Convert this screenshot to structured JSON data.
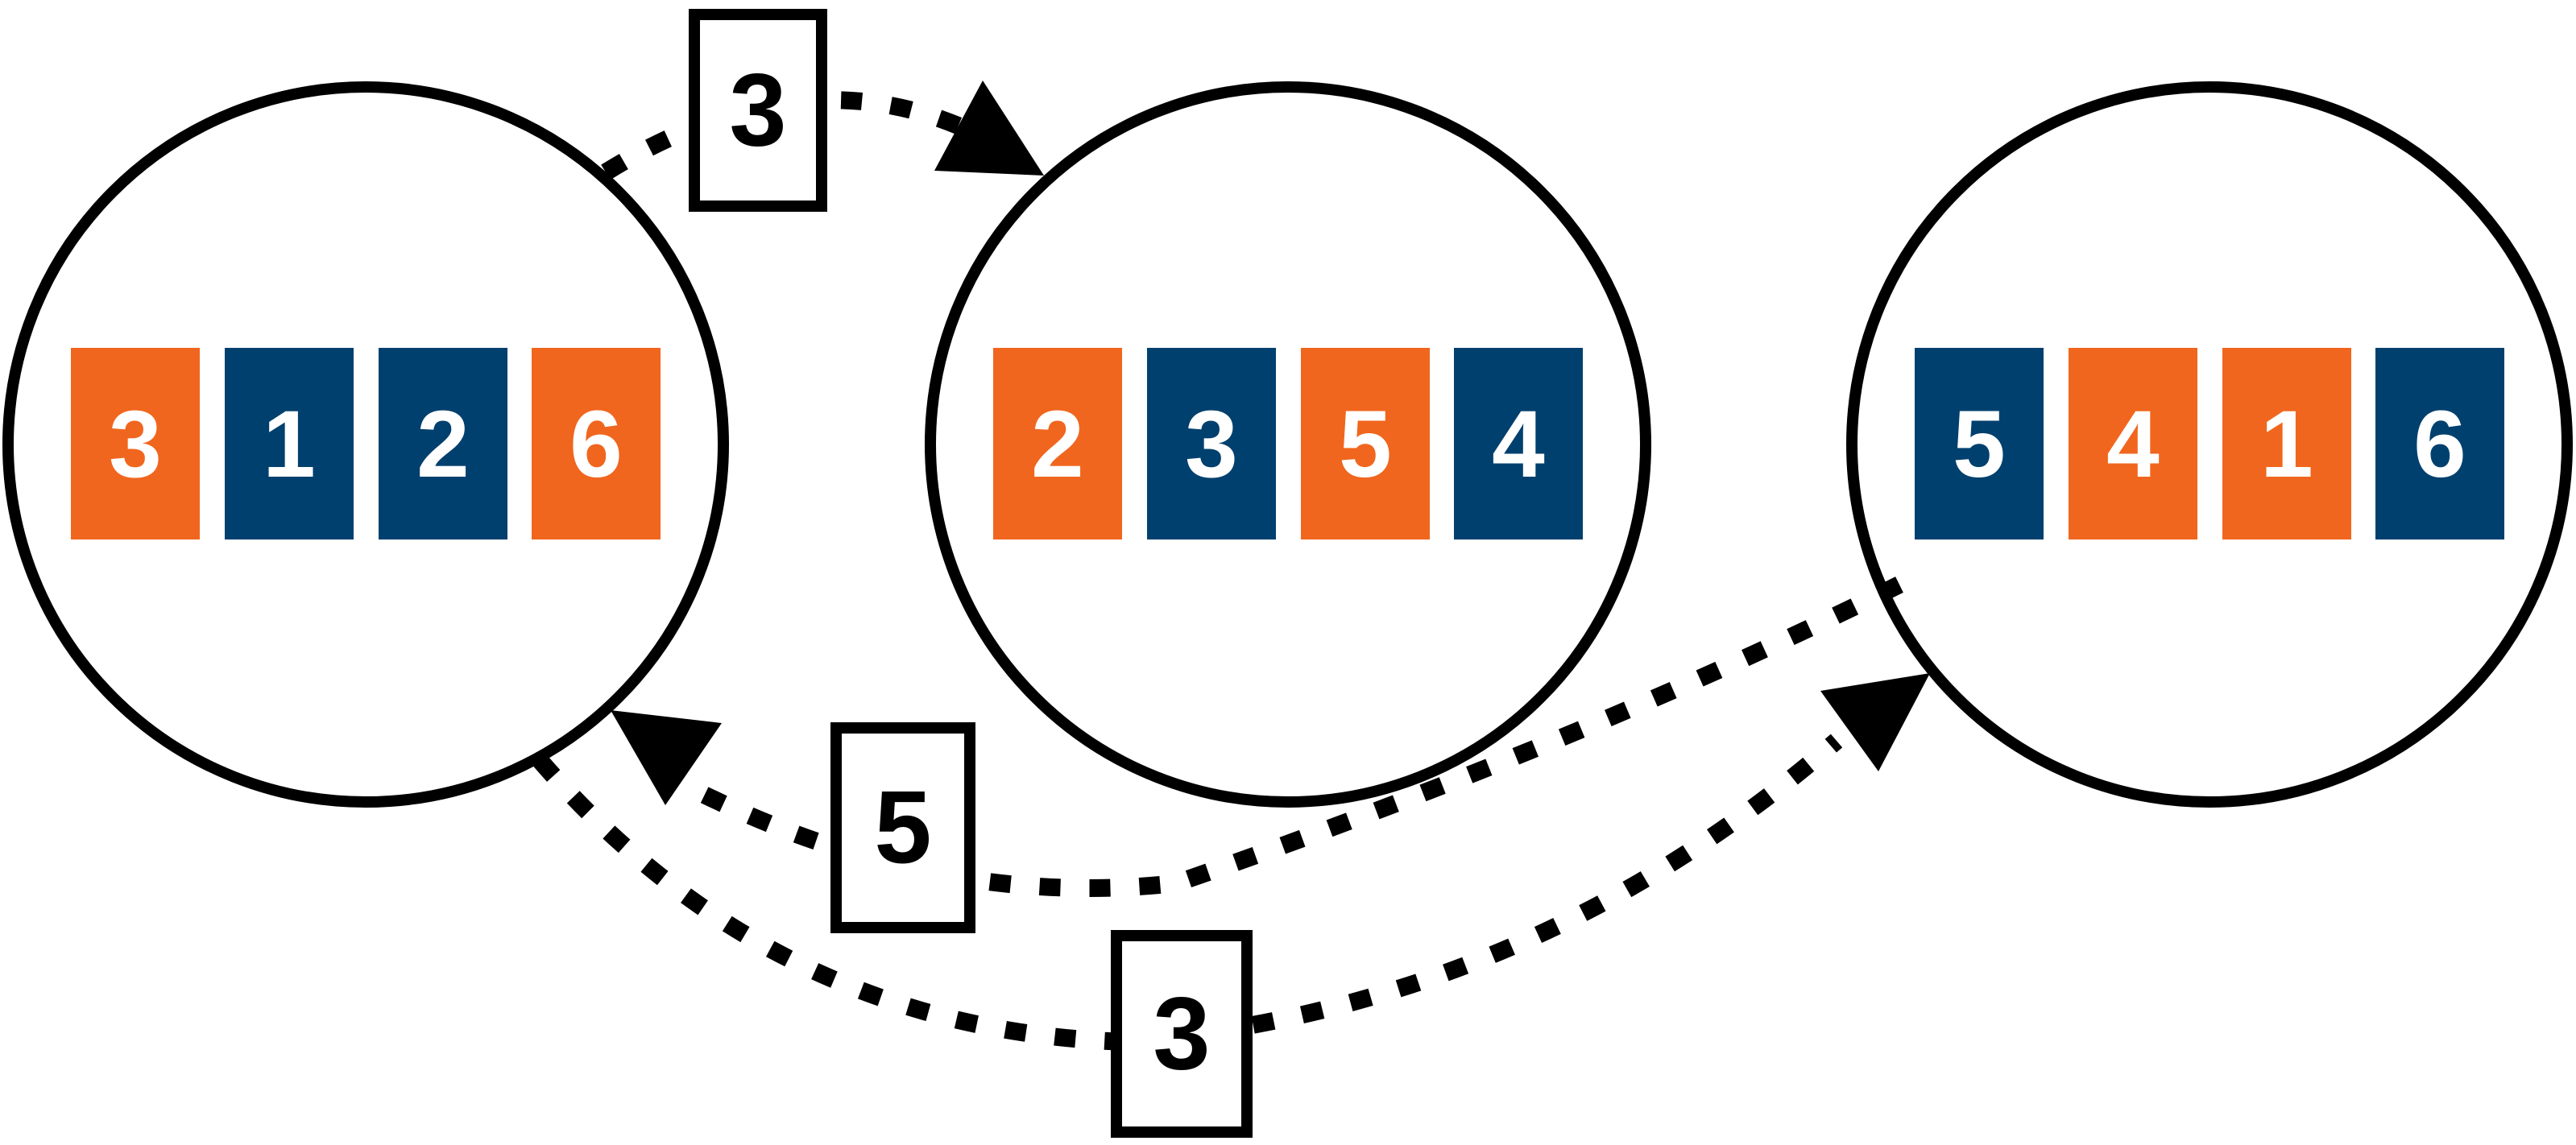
{
  "colors": {
    "orange": "#F0661E",
    "navy": "#00406E",
    "ink": "#000000",
    "text": "#FFFFFF"
  },
  "nodes": [
    {
      "id": "node-a",
      "tiles": [
        {
          "label": "3",
          "color": "orange"
        },
        {
          "label": "1",
          "color": "navy"
        },
        {
          "label": "2",
          "color": "navy"
        },
        {
          "label": "6",
          "color": "orange"
        }
      ]
    },
    {
      "id": "node-b",
      "tiles": [
        {
          "label": "2",
          "color": "orange"
        },
        {
          "label": "3",
          "color": "navy"
        },
        {
          "label": "5",
          "color": "orange"
        },
        {
          "label": "4",
          "color": "navy"
        }
      ]
    },
    {
      "id": "node-c",
      "tiles": [
        {
          "label": "5",
          "color": "navy"
        },
        {
          "label": "4",
          "color": "orange"
        },
        {
          "label": "1",
          "color": "orange"
        },
        {
          "label": "6",
          "color": "navy"
        }
      ]
    }
  ],
  "edges": [
    {
      "from": "node-a",
      "to": "node-b",
      "label": "3"
    },
    {
      "from": "node-c",
      "to": "node-a",
      "label": "5"
    },
    {
      "from": "node-a",
      "to": "node-c",
      "label": "3"
    }
  ]
}
